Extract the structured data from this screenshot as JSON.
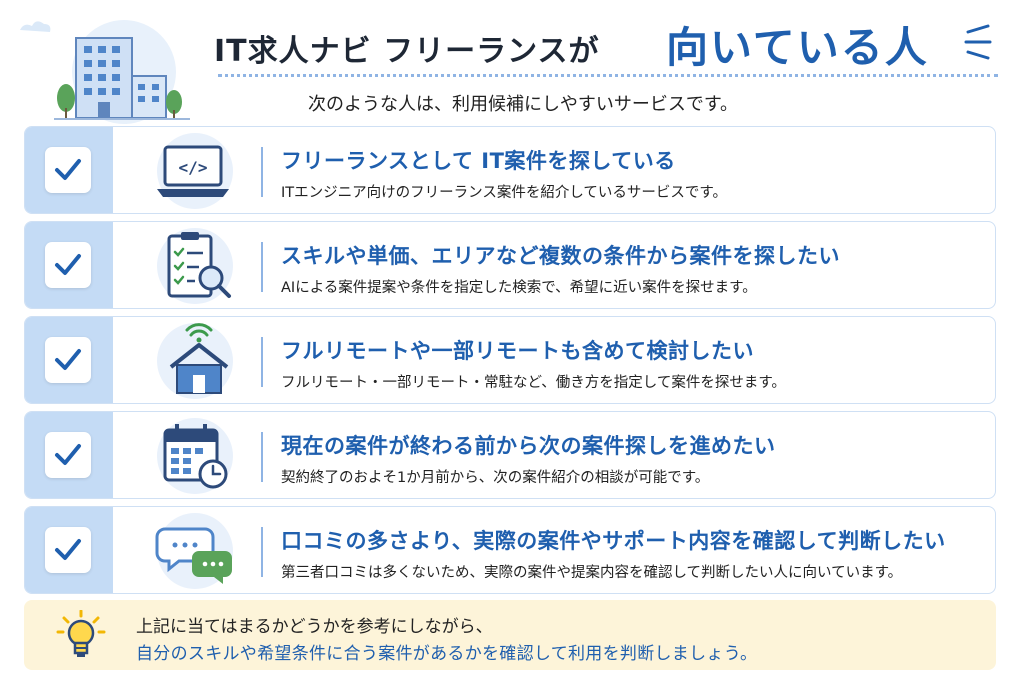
{
  "header": {
    "title_main": "IT求人ナビ フリーランスが",
    "title_accent": "向いている人",
    "subtitle": "次のような人は、利用候補にしやすいサービスです。"
  },
  "cards": [
    {
      "icon": "laptop-code-icon",
      "title": "フリーランスとして IT案件を探している",
      "desc": "ITエンジニア向けのフリーランス案件を紹介しているサービスです。"
    },
    {
      "icon": "checklist-search-icon",
      "title": "スキルや単価、エリアなど複数の条件から案件を探したい",
      "desc": "AIによる案件提案や条件を指定した検索で、希望に近い案件を探せます。"
    },
    {
      "icon": "remote-house-icon",
      "title": "フルリモートや一部リモートも含めて検討したい",
      "desc": "フルリモート・一部リモート・常駐など、働き方を指定して案件を探せます。"
    },
    {
      "icon": "calendar-clock-icon",
      "title": "現在の案件が終わる前から次の案件探しを進めたい",
      "desc": "契約終了のおよそ1か月前から、次の案件紹介の相談が可能です。"
    },
    {
      "icon": "speech-bubbles-icon",
      "title": "口コミの多さより、実際の案件やサポート内容を確認して判断したい",
      "desc": "第三者口コミは多くないため、実際の案件や提案内容を確認して判断したい人に向いています。"
    }
  ],
  "tip": {
    "icon": "lightbulb-icon",
    "line1": "上記に当てはまるかどうかを参考にしながら、",
    "line2": "自分のスキルや希望条件に合う案件があるかを確認して利用を判断しましょう。"
  },
  "colors": {
    "accent": "#1f5fae",
    "check_panel": "#c4dbf5",
    "tip_bg": "#fdf4d9",
    "icon_navy": "#2d4a7a"
  }
}
